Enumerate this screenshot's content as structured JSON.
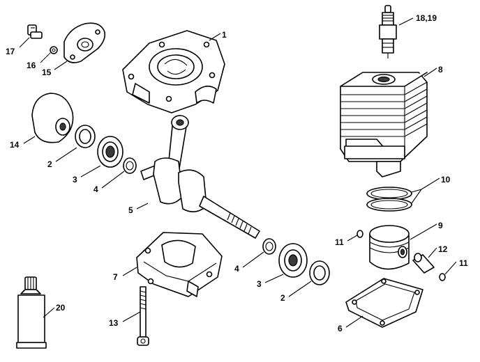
{
  "callouts": [
    {
      "id": "c1",
      "label": "1"
    },
    {
      "id": "c8",
      "label": "8"
    },
    {
      "id": "c1819",
      "label": "18,19"
    },
    {
      "id": "c17",
      "label": "17"
    },
    {
      "id": "c16",
      "label": "16"
    },
    {
      "id": "c15",
      "label": "15"
    },
    {
      "id": "c14",
      "label": "14"
    },
    {
      "id": "c2a",
      "label": "2"
    },
    {
      "id": "c3a",
      "label": "3"
    },
    {
      "id": "c4a",
      "label": "4"
    },
    {
      "id": "c5",
      "label": "5"
    },
    {
      "id": "c10",
      "label": "10"
    },
    {
      "id": "c9",
      "label": "9"
    },
    {
      "id": "c11a",
      "label": "11"
    },
    {
      "id": "c11b",
      "label": "11"
    },
    {
      "id": "c12",
      "label": "12"
    },
    {
      "id": "c7",
      "label": "7"
    },
    {
      "id": "c4b",
      "label": "4"
    },
    {
      "id": "c3b",
      "label": "3"
    },
    {
      "id": "c2b",
      "label": "2"
    },
    {
      "id": "c6",
      "label": "6"
    },
    {
      "id": "c13",
      "label": "13"
    },
    {
      "id": "c20",
      "label": "20"
    }
  ]
}
